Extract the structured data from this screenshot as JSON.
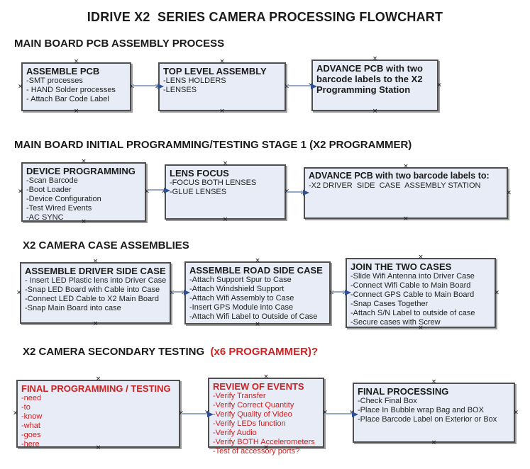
{
  "title": "IDRIVE X2  SERIES CAMERA PROCESSING FLOWCHART",
  "colors": {
    "box_fill": "#e7ecf6",
    "box_border": "#4f4f4f",
    "box_shadow": "#9c9c9c",
    "arrow_line": "#94a7c6",
    "arrow_head": "#2f4f97",
    "red": "#cc2222",
    "text": "#1a1a1a"
  },
  "sections": [
    {
      "heading": "MAIN BOARD PCB ASSEMBLY PROCESS",
      "boxes": [
        {
          "title": "ASSEMBLE PCB",
          "items": [
            "-SMT processes",
            "- HAND Solder processes",
            "- Attach Bar Code Label"
          ]
        },
        {
          "title": "TOP LEVEL ASSEMBLY",
          "items": [
            "-LENS HOLDERS",
            "-LENSES"
          ]
        },
        {
          "title": "ADVANCE PCB with two barcode labels to the X2 Programming Station",
          "items": []
        }
      ]
    },
    {
      "heading": "MAIN BOARD INITIAL PROGRAMMING/TESTING STAGE 1 (X2 PROGRAMMER)",
      "boxes": [
        {
          "title": "DEVICE PROGRAMMING",
          "items": [
            "-Scan Barcode",
            "-Boot Loader",
            "-Device Configuration",
            "-Test Wired Events",
            "-AC SYNC"
          ]
        },
        {
          "title": "LENS FOCUS",
          "items": [
            "-FOCUS BOTH LENSES",
            "-GLUE LENSES"
          ]
        },
        {
          "title": "ADVANCE PCB with two barcode labels to:",
          "items": [
            "-X2 DRIVER  SIDE  CASE  ASSEMBLY STATION"
          ]
        }
      ]
    },
    {
      "heading": "X2 CAMERA CASE ASSEMBLIES",
      "boxes": [
        {
          "title": "ASSEMBLE DRIVER SIDE CASE",
          "items": [
            "- Insert LED Plastic lens into Driver Case",
            "-Snap LED Board with Cable into Case",
            "-Connect LED Cable to X2 Main Board",
            "-Snap Main Board into case"
          ]
        },
        {
          "title": "ASSEMBLE ROAD SIDE CASE",
          "items": [
            "-Attach Support Spur to Case",
            "-Attach Windshield Support",
            "-Attach Wifi Assembly to Case",
            "-Insert GPS Module into Case",
            "-Attach Wifi Label to Outside of Case"
          ]
        },
        {
          "title": "JOIN THE TWO CASES",
          "items": [
            "-Slide Wifi Antenna into Driver Case",
            "-Connect Wifi Cable to Main Board",
            "-Connect GPS Cable to Main Board",
            "-Snap Cases Together",
            "-Attach S/N Label to outside of case",
            "-Secure cases with Screw"
          ]
        }
      ]
    },
    {
      "heading": "X2 CAMERA SECONDARY TESTING",
      "heading_note": "  (x6 PROGRAMMER)?",
      "boxes": [
        {
          "title": "FINAL PROGRAMMING / TESTING",
          "items": [
            "-need",
            "-to",
            "-know",
            "-what",
            "-goes",
            "-here"
          ]
        },
        {
          "title": "REVIEW OF EVENTS",
          "items": [
            "-Verify Transfer",
            "-Verify Correct Quantity",
            "-Verify Quality of Video",
            "-Verify LEDs function",
            "-Verify Audio",
            "-Verify BOTH Accelerometers",
            "-Test of accessory ports?"
          ]
        },
        {
          "title": "FINAL PROCESSING",
          "items": [
            "-Check Final Box",
            "-Place In Bubble wrap Bag and BOX",
            "-Place Barcode Label on Exterior or Box"
          ]
        }
      ]
    }
  ]
}
